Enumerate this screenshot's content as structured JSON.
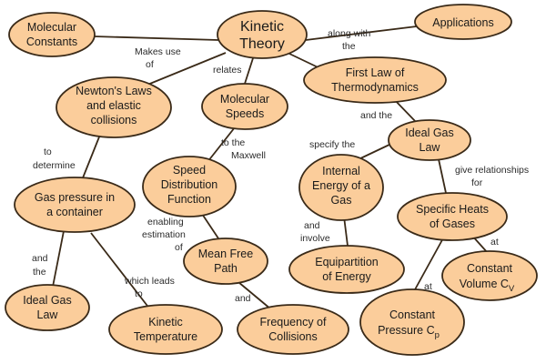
{
  "nodes": {
    "kinetic_theory": [
      "Kinetic",
      "Theory"
    ],
    "molecular_constants": [
      "Molecular",
      "Constants"
    ],
    "applications": [
      "Applications"
    ],
    "newtons_laws": [
      "Newton's Laws",
      "and elastic",
      "collisions"
    ],
    "molecular_speeds": [
      "Molecular",
      "Speeds"
    ],
    "first_law": [
      "First Law of",
      "Thermodynamics"
    ],
    "ideal_gas_law_top": [
      "Ideal Gas",
      "Law"
    ],
    "speed_distribution": [
      "Speed",
      "Distribution",
      "Function"
    ],
    "internal_energy": [
      "Internal",
      "Energy of a",
      "Gas"
    ],
    "gas_pressure": [
      "Gas pressure in",
      "a container"
    ],
    "specific_heats": [
      "Specific Heats",
      "of Gases"
    ],
    "mean_free_path": [
      "Mean Free",
      "Path"
    ],
    "equipartition": [
      "Equipartition",
      "of Energy"
    ],
    "constant_volume": [
      "Constant",
      "Volume C"
    ],
    "constant_volume_sub": "V",
    "ideal_gas_law_bottom": [
      "Ideal Gas",
      "Law"
    ],
    "kinetic_temperature": [
      "Kinetic",
      "Temperature"
    ],
    "frequency_collisions": [
      "Frequency of",
      "Collisions"
    ],
    "constant_pressure": [
      "Constant",
      "Pressure C"
    ],
    "constant_pressure_sub": "p"
  },
  "edge_labels": {
    "makes_use_of": [
      "Makes use",
      "of"
    ],
    "along_with_the": [
      "along with",
      "the"
    ],
    "relates": [
      "relates"
    ],
    "and_the": [
      "and the"
    ],
    "to_the_maxwell": [
      "to the",
      "Maxwell"
    ],
    "specify_the": [
      "specify the"
    ],
    "to_determine": [
      "to",
      "determine"
    ],
    "give_relationships_for": [
      "give relationships",
      "for"
    ],
    "enabling_estimation_of": [
      "enabling",
      "estimation",
      "of"
    ],
    "and_involve": [
      "and",
      "involve"
    ],
    "at_volume": [
      "at"
    ],
    "and_the_left": [
      "and",
      "the"
    ],
    "which_leads_to": [
      "which leads",
      "to"
    ],
    "at_pressure": [
      "at"
    ],
    "and_freq": [
      "and"
    ]
  }
}
